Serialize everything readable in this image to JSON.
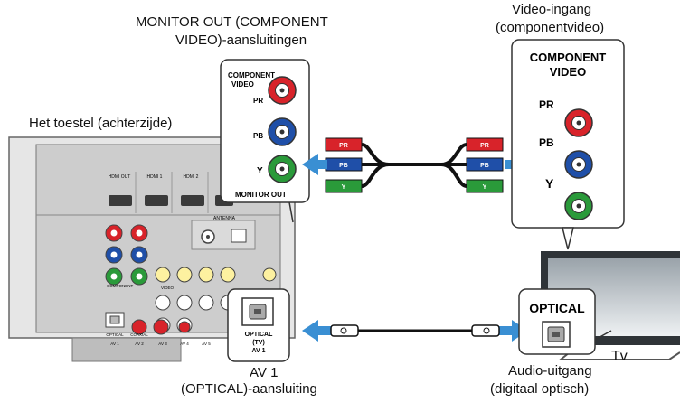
{
  "labels": {
    "monitor_out_line1": "MONITOR OUT (COMPONENT",
    "monitor_out_line2": "VIDEO)-aansluitingen",
    "device": "Het toestel (achterzijde)",
    "video_in_line1": "Video-ingang",
    "video_in_line2": "(componentvideo)",
    "av1_line1": "AV 1",
    "av1_line2": "(OPTICAL)-aansluiting",
    "audio_out_line1": "Audio-uitgang",
    "audio_out_line2": "(digitaal optisch)",
    "tv": "Tv"
  },
  "receiver_zoom": {
    "component_line1": "COMPONENT",
    "component_line2": "VIDEO",
    "pr": "PR",
    "pb": "PB",
    "y": "Y",
    "monitor_out": "MONITOR OUT"
  },
  "tv_zoom": {
    "component_line1": "COMPONENT",
    "component_line2": "VIDEO",
    "pr": "PR",
    "pb": "PB",
    "y": "Y"
  },
  "cable_tags": {
    "pr": "PR",
    "pb": "PB",
    "y": "Y"
  },
  "optical_zoom": {
    "line1": "OPTICAL",
    "line2": "(TV)",
    "line3": "AV 1"
  },
  "tv_optical": "OPTICAL",
  "receiver_panel": {
    "hdmi_out": "HDMI OUT",
    "hdmi1": "HDMI 1",
    "hdmi2": "HDMI 2",
    "antenna": "ANTENNA",
    "component": "COMPONENT",
    "video": "VIDEO",
    "av2": "AV 2",
    "av3": "AV 3",
    "av4": "AV 4",
    "av5": "AV 5",
    "av1": "AV 1",
    "optical": "OPTICAL",
    "coaxial": "COAXIAL"
  },
  "colors": {
    "red": "#d8232a",
    "blue": "#1f4fa8",
    "green": "#2a9a3a",
    "arrow": "#3a8fd3",
    "panel": "#cfcfcf",
    "zoom_border": "#333333"
  },
  "icons": [
    "rca-jack-icon",
    "optical-jack-icon",
    "arrow-icon",
    "cable-plug-icon"
  ]
}
